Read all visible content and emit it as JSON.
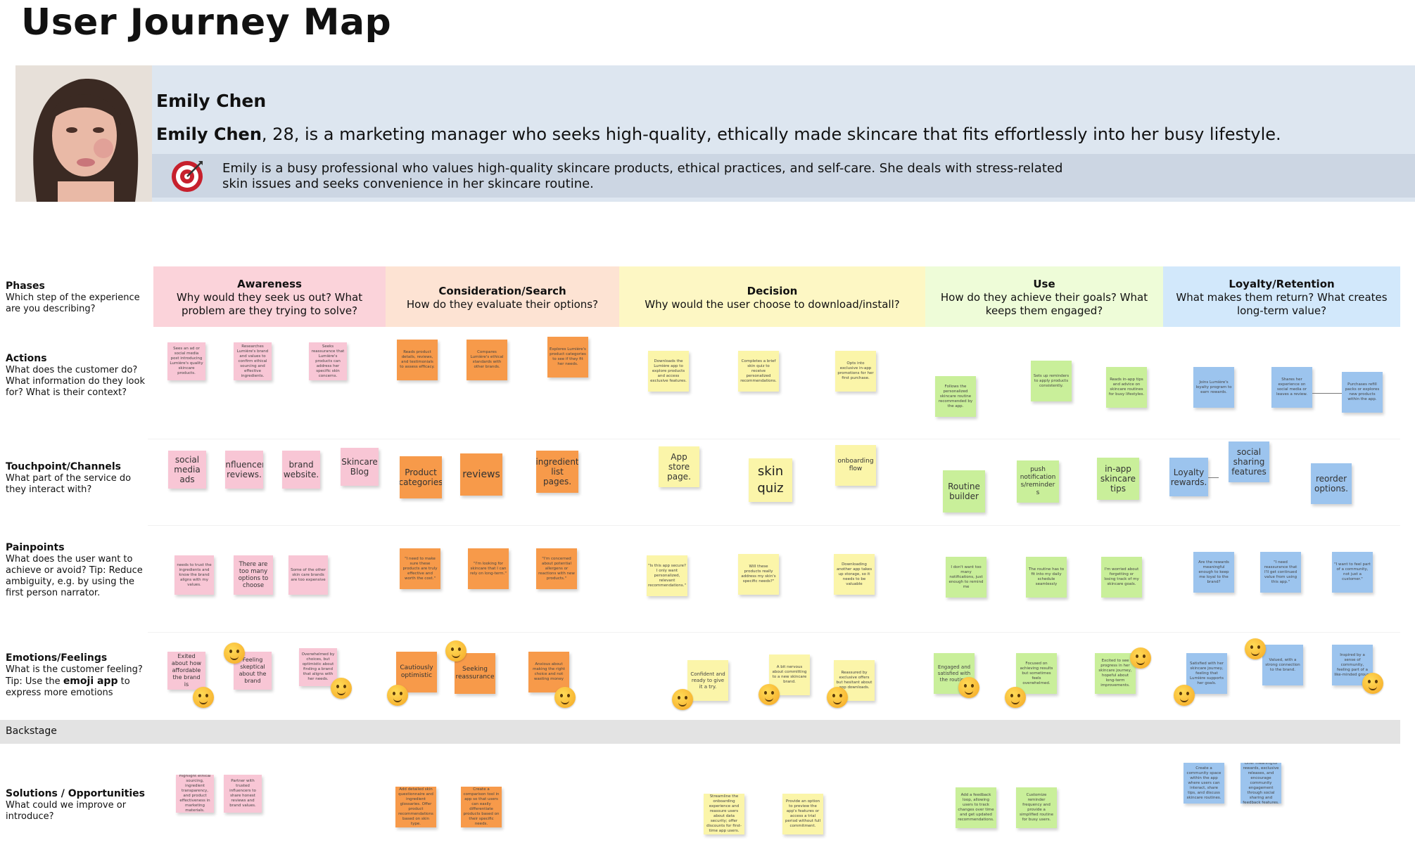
{
  "title": "User Journey Map",
  "persona": {
    "name": "Emily Chen",
    "summary_name": "Emily Chen",
    "summary_rest": ", 28, is a marketing manager who seeks high-quality, ethically made skincare that fits effortlessly into her busy lifestyle.",
    "description": "Emily is a busy professional who values high-quality skincare products, ethical practices, and self-care. She deals with stress-related skin issues and seeks convenience in her skincare routine.",
    "goal_icon": "target-icon"
  },
  "phases_label": {
    "title": "Phases",
    "desc": "Which step of the experience are you describing?"
  },
  "phases": [
    {
      "title": "Awareness",
      "question": "Why would they seek us out? What problem are they trying to solve?",
      "color": "#fbd3da"
    },
    {
      "title": "Consideration/Search",
      "question": "How do they evaluate their options?",
      "color": "#fde3d3"
    },
    {
      "title": "Decision",
      "question": "Why would the user choose to download/install?",
      "color": "#fdf7c4"
    },
    {
      "title": "Use",
      "question": "How do they achieve their goals? What keeps them engaged?",
      "color": "#eefcd8"
    },
    {
      "title": "Loyalty/Retention",
      "question": "What makes them return? What creates long-term value?",
      "color": "#d2e8fb"
    }
  ],
  "rows": {
    "actions": {
      "title": "Actions",
      "desc": "What does the customer do? What information do they look for? What is their context?"
    },
    "touchpoints": {
      "title": "Touchpoint/Channels",
      "desc": "What part of the service do they interact with?"
    },
    "painpoints": {
      "title": "Painpoints",
      "desc": "What does the user want to achieve or avoid? Tip: Reduce ambiguity, e.g. by using the first person narrator."
    },
    "emotions": {
      "title": "Emotions/Feelings",
      "desc_1": "What is the customer feeling? Tip: Use the ",
      "desc_bold": "emoji app",
      "desc_2": " to express more emotions"
    },
    "solutions": {
      "title": "Solutions / Opportunities",
      "desc": "What could we improve or introduce?"
    }
  },
  "backstage": "Backstage",
  "notes": {
    "actions": [
      "Sees an ad or social media post introducing Lumière's quality skincare products.",
      "Researches Lumière's brand and values to confirm ethical sourcing and effective ingredients.",
      "Seeks reassurance that Lumière's products can address her specific skin concerns.",
      "Reads product details, reviews, and testimonials to assess efficacy.",
      "Compares Lumière's ethical standards with other brands.",
      "Explores Lumière's product categories to see if they fit her needs.",
      "Downloads the Lumière app to explore products and access exclusive features.",
      "Completes a brief skin quiz to receive personalized recommendations.",
      "Opts into exclusive in-app promotions for her first purchase.",
      "Follows the personalized skincare routine recommended by the app.",
      "Sets up reminders to apply products consistently.",
      "Reads in-app tips and advice on skincare routines for busy lifestyles.",
      "Joins Lumière's loyalty program to earn rewards.",
      "Shares her experience on social media or leaves a review.",
      "Purchases refill packs or explores new products within the app."
    ],
    "touchpoints": [
      "social media ads",
      "influencer reviews.",
      "brand website.",
      "Skincare Blog",
      "Product categories",
      "reviews",
      "ingredient list pages.",
      "App store page.",
      "skin quiz",
      "onboarding flow",
      "Routine builder",
      "push notification s/reminder s",
      "in-app skincare tips",
      "Loyalty rewards.",
      "social sharing features",
      "reorder options."
    ],
    "painpoints": [
      "needs to trust the ingredients and know the brand aligns with my values.",
      "There are too many options to choose",
      "Some of the other skin care brands are too expensive",
      "\"I need to make sure these products are truly effective and worth the cost.\"",
      "\"I'm looking for skincare that I can rely on long-term.\"",
      "\"I'm concerned about potential allergens or reactions with new products.\"",
      "\"Is this app secure? I only want personalized, relevant recommendations.\"",
      "Will these products really address my skin's specific needs?\"",
      "Downloading another app takes up storage, so it needs to be valuable",
      "I don't want too many notifications, just enough to remind me",
      "The routine has to fit into my daily schedule seamlessly",
      "I'm worried about forgetting or losing track of my skincare goals.",
      "Are the rewards meaningful enough to keep me loyal to the brand?",
      "\"I need reassurance that I'll get continued value from using this app.\"",
      "\"I want to feel part of a community, not just a customer.\""
    ],
    "emotions": [
      "Exited about how affordable the brand is",
      "Feeling skeptical about the brand",
      "Overwhelmed by choices, but optimistic about finding a brand that aligns with her needs.",
      "Cautiously optimistic",
      "Seeking reassurance",
      "Anxious about making the right choice and not wasting money",
      "Confident and ready to give it a try.",
      "A bit nervous about committing to a new skincare brand.",
      "Reassured by exclusive offers but hesitant about app downloads.",
      "Engaged and satisfied with the routine.",
      "Focused on achieving results but sometimes feels overwhelmed.",
      "Excited to see progress in her skincare journey, hopeful about long-term improvements.",
      "Satisfied with her skincare journey, feeling that Lumière supports her goals.",
      "Valued, with a strong connection to the brand.",
      "Inspired by a sense of community, feeling part of a like-minded group."
    ],
    "solutions": [
      "Highlight ethical sourcing, ingredient transparency, and product effectiveness in marketing materials.",
      "Partner with trusted influencers to share honest reviews and brand values.",
      "Add detailed skin questionnaire and ingredient glossaries. Offer product recommendations based on skin type.",
      "Create a comparison tool in app so that users can easily differentiate products based on their specific needs.",
      "Streamline the onboarding experience and reassure users about data security; offer discounts for first-time app users.",
      "Provide an option to preview the app's features or access a trial period without full commitment.",
      "Add a feedback loop, allowing users to track changes over time and get updated recommendations.",
      "Customize reminder frequency and provide a simplified routine for busy users.",
      "Create a community space within the app where users can interact, share tips, and discuss skincare routines.",
      "Offer meaningful rewards, exclusive releases, and encourage community engagement through social sharing and feedback features."
    ]
  },
  "emoji_icons": [
    "smile-emoji-icon",
    "frown-emoji-icon",
    "worried-emoji-icon",
    "laugh-emoji-icon"
  ]
}
